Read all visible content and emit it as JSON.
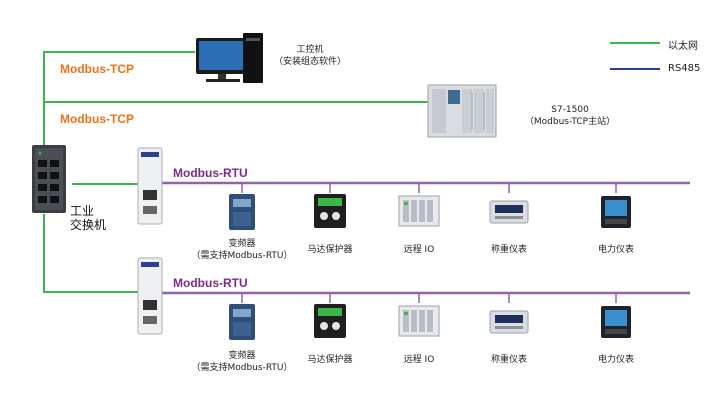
{
  "colors": {
    "ethernet": "#3db649",
    "rs485": "#2d3f93",
    "tcp_text": "#e8731a",
    "rtu_bus": "#8e66a8",
    "rtu_text": "#7a2c86"
  },
  "legend": {
    "ethernet": "以太网",
    "rs485": "RS485"
  },
  "switch": {
    "line1": "工业",
    "line2": "交换机"
  },
  "pc": {
    "name": "工控机",
    "sub": "（安装组态软件）"
  },
  "plc": {
    "name": "S7-1500",
    "sub": "（Modbus-TCP主站）"
  },
  "protocols": {
    "tcp1": "Modbus-TCP",
    "tcp2": "Modbus-TCP",
    "rtu1": "Modbus-RTU",
    "rtu2": "Modbus-RTU"
  },
  "row1": [
    {
      "name": "变频器",
      "sub": "（需支持Modbus-RTU）",
      "icon": "inverter-icon"
    },
    {
      "name": "马达保护器",
      "sub": "",
      "icon": "motor-protector-icon"
    },
    {
      "name": "远程 IO",
      "sub": "",
      "icon": "remote-io-icon"
    },
    {
      "name": "称重仪表",
      "sub": "",
      "icon": "weighing-meter-icon"
    },
    {
      "name": "电力仪表",
      "sub": "",
      "icon": "power-meter-icon"
    }
  ],
  "row2": [
    {
      "name": "变频器",
      "sub": "（需支持Modbus-RTU）",
      "icon": "inverter-icon"
    },
    {
      "name": "马达保护器",
      "sub": "",
      "icon": "motor-protector-icon"
    },
    {
      "name": "远程 IO",
      "sub": "",
      "icon": "remote-io-icon"
    },
    {
      "name": "称重仪表",
      "sub": "",
      "icon": "weighing-meter-icon"
    },
    {
      "name": "电力仪表",
      "sub": "",
      "icon": "power-meter-icon"
    }
  ]
}
